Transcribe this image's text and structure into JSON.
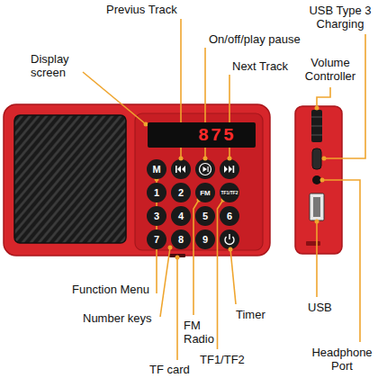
{
  "diagram": {
    "nodes": [
      {
        "text": [
          "875"
        ]
      },
      {
        "text": [
          "M"
        ]
      },
      {
        "text": [
          "1"
        ]
      },
      {
        "text": [
          "2"
        ]
      },
      {
        "text": [
          "FM"
        ]
      },
      {
        "text": [
          "TF1/TF2"
        ]
      },
      {
        "text": [
          "3"
        ]
      },
      {
        "text": [
          "4"
        ]
      },
      {
        "text": [
          "5"
        ]
      },
      {
        "text": [
          "6"
        ]
      },
      {
        "text": [
          "7"
        ]
      },
      {
        "text": [
          "8"
        ]
      },
      {
        "text": [
          "9"
        ]
      }
    ],
    "labels": [
      "Previus Track",
      "On/off/play pause",
      "Next Track",
      "Display screen",
      "USB Type 3 Charging",
      "Volume Controller",
      "Function Menu",
      "Number keys",
      "FM Radio",
      "Timer",
      "TF1/TF2",
      "TF card",
      "USB",
      "Headphone Port"
    ]
  }
}
